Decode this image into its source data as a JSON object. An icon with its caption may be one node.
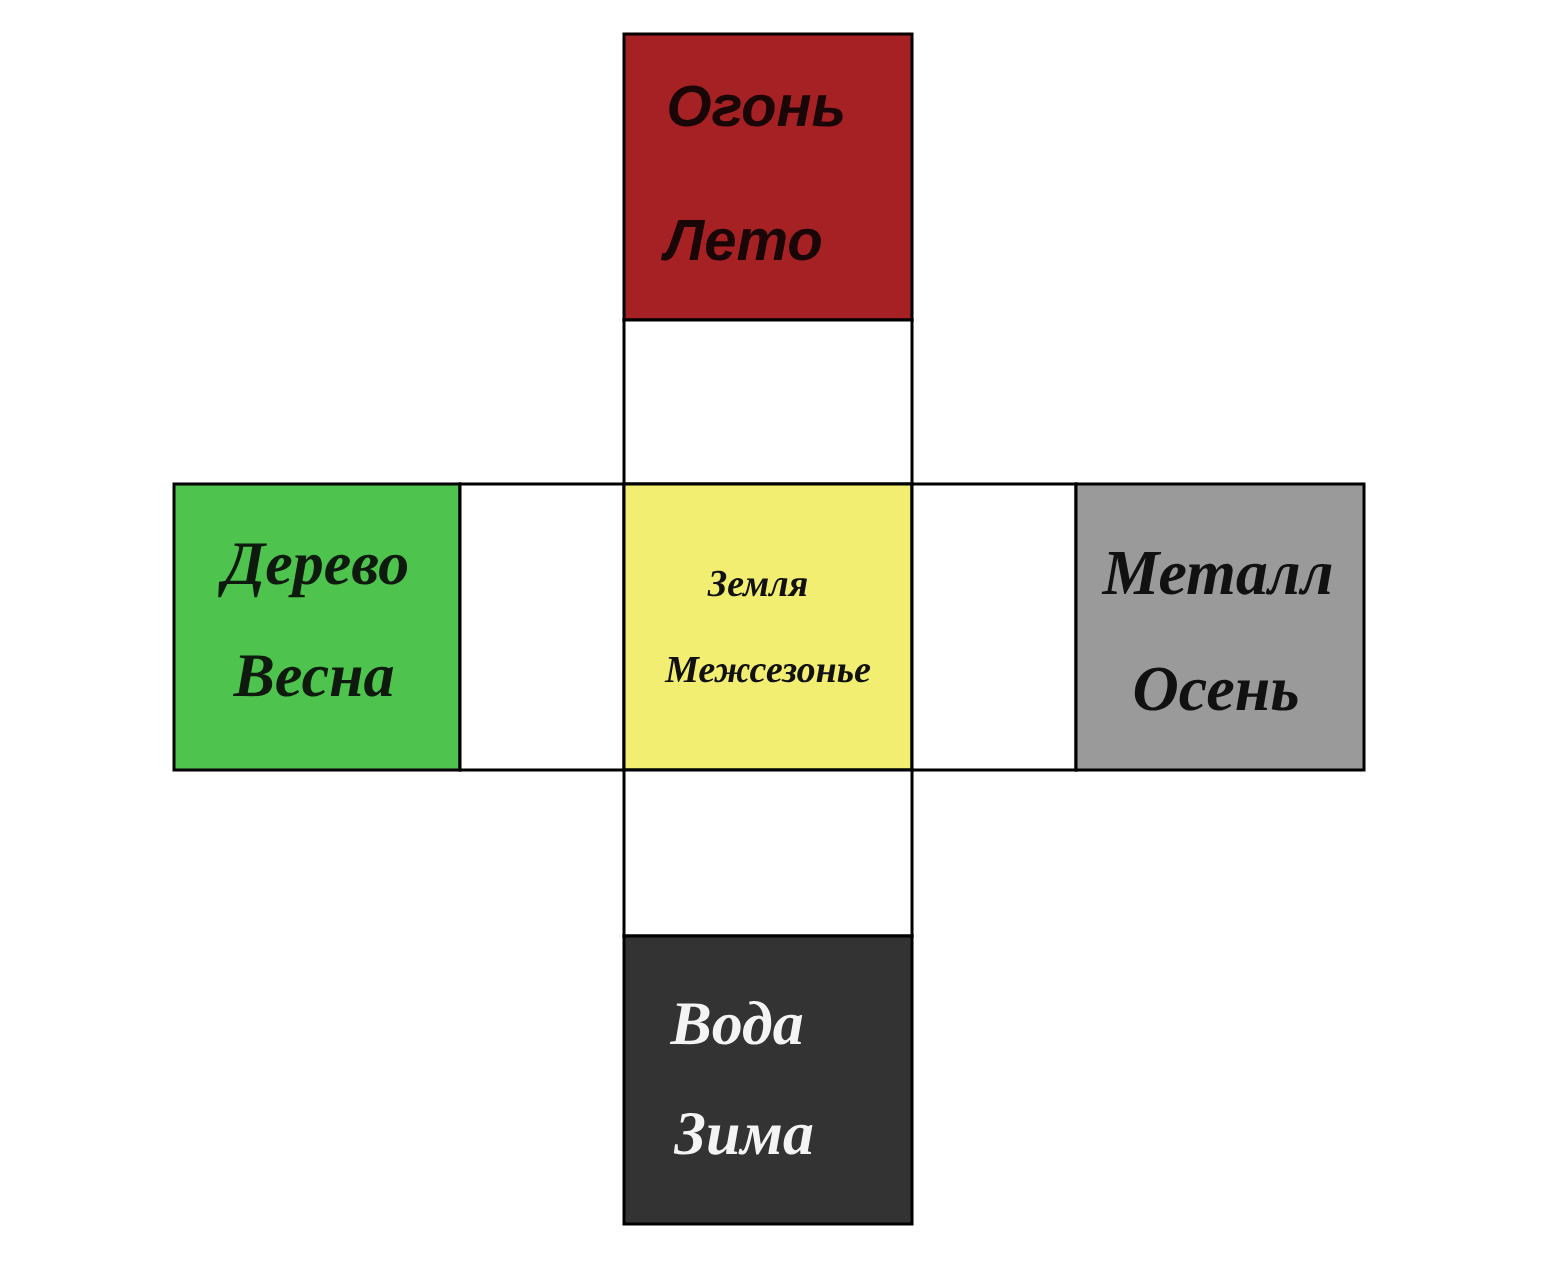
{
  "diagram": {
    "nodes": [
      {
        "text": [
          "Огонь",
          "Лето"
        ]
      },
      {
        "text": [],
        "shape": "box"
      },
      {
        "text": [
          "Дерево",
          "Весна"
        ]
      },
      {
        "text": [],
        "shape": "box"
      },
      {
        "text": [
          "Земля",
          "Межсезонье"
        ]
      },
      {
        "text": [],
        "shape": "box"
      },
      {
        "text": [
          "Металл",
          "Осень"
        ]
      },
      {
        "text": [],
        "shape": "box"
      },
      {
        "text": [
          "Вода",
          "Зима"
        ]
      }
    ]
  }
}
